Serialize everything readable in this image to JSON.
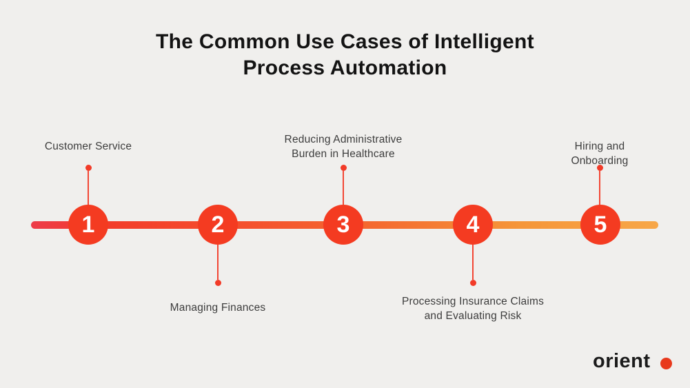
{
  "title": {
    "text": "The Common Use Cases of Intelligent\nProcess Automation"
  },
  "timeline": {
    "items": [
      {
        "number": "1",
        "label": "Customer Service",
        "label_position": "above"
      },
      {
        "number": "2",
        "label": "Managing Finances",
        "label_position": "below"
      },
      {
        "number": "3",
        "label": "Reducing Administrative\nBurden in Healthcare",
        "label_position": "above"
      },
      {
        "number": "4",
        "label": "Processing Insurance Claims\nand Evaluating Risk",
        "label_position": "below"
      },
      {
        "number": "5",
        "label": "Hiring and Onboarding",
        "label_position": "above"
      }
    ],
    "colors": {
      "line_gradient_start": "#ed3c49",
      "line_gradient_mid": "#f4512d",
      "line_gradient_end": "#f7a748",
      "step_circle": "#f43b21",
      "connector": "#f23b28",
      "background": "#f0efed",
      "label_text": "#3c3c3c",
      "title_text": "#131313"
    }
  },
  "logo": {
    "text": "orient",
    "dot_color": "#e8391c"
  }
}
